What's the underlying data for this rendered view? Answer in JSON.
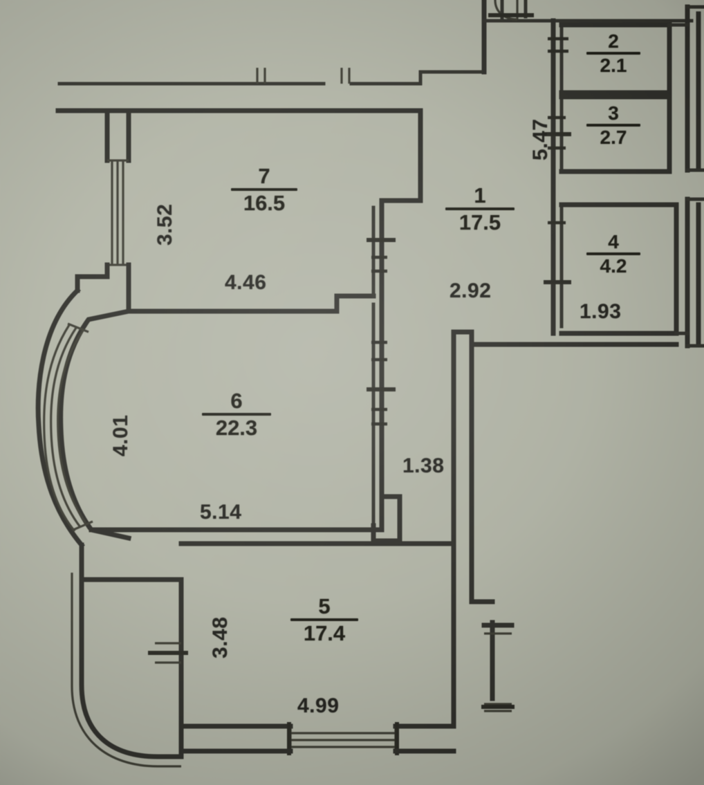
{
  "document": {
    "kind": "apartment-floor-plan",
    "background_color": "#b2b5a6",
    "ink_color": "#2b2b26"
  },
  "rooms": [
    {
      "id": "room-1",
      "number": "1",
      "area": "17.5"
    },
    {
      "id": "room-2",
      "number": "2",
      "area": "2.1"
    },
    {
      "id": "room-3",
      "number": "3",
      "area": "2.7"
    },
    {
      "id": "room-4",
      "number": "4",
      "area": "4.2"
    },
    {
      "id": "room-5",
      "number": "5",
      "area": "17.4"
    },
    {
      "id": "room-6",
      "number": "6",
      "area": "22.3"
    },
    {
      "id": "room-7",
      "number": "7",
      "area": "16.5"
    }
  ],
  "dimensions": {
    "room7_height": "3.52",
    "room7_width": "4.46",
    "room6_height": "4.01",
    "room6_width": "5.14",
    "room5_height": "3.48",
    "room5_width": "4.99",
    "room1_width": "2.92",
    "corridor_width": "1.38",
    "right_block_height": "5.47",
    "room4_width": "1.93"
  }
}
